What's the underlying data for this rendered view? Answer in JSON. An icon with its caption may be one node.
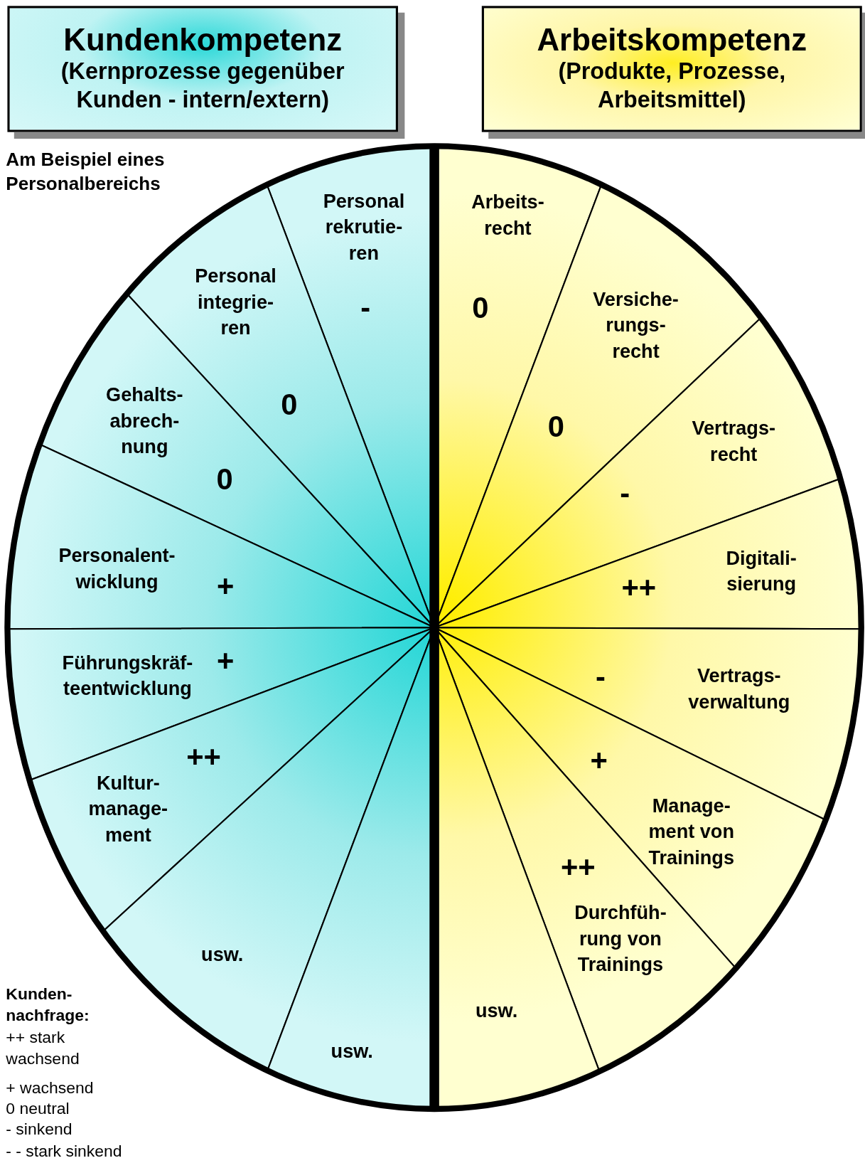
{
  "diagram": {
    "nodes": [
      {
        "text": [
          "Kundenkompetenz",
          "(Kernprozesse gegenüber Kunden - intern/extern)"
        ]
      },
      {
        "text": [
          "Arbeitskompetenz",
          "(Produkte, Prozesse, Arbeitsmittel)"
        ]
      },
      {
        "text": [
          "Personal rekrutie- ren",
          "-"
        ]
      },
      {
        "text": [
          "Personal integrie- ren",
          "0"
        ]
      },
      {
        "text": [
          "Gehalts- abrech- nung",
          "0"
        ]
      },
      {
        "text": [
          "Personalent- wicklung",
          "+"
        ]
      },
      {
        "text": [
          "Führungskräf- teentwicklung",
          "+"
        ]
      },
      {
        "text": [
          "Kultur- manage- ment",
          "++"
        ]
      },
      {
        "text": [
          "usw."
        ]
      },
      {
        "text": [
          "usw."
        ]
      },
      {
        "text": [
          "Arbeits- recht",
          "0"
        ]
      },
      {
        "text": [
          "Versiche- rungs- recht",
          "0"
        ]
      },
      {
        "text": [
          "Vertrags- recht",
          "-"
        ]
      },
      {
        "text": [
          "++",
          "Digitali- sierung"
        ]
      },
      {
        "text": [
          "-",
          "Vertrags- verwaltung"
        ]
      },
      {
        "text": [
          "Manage- ment von Trainings",
          "+"
        ]
      },
      {
        "text": [
          "++",
          "Durchfüh- rung von Trainings"
        ]
      },
      {
        "text": [
          "usw."
        ]
      }
    ],
    "labels": [
      "Am Beispiel eines Personalbereichs",
      "Kunden- nachfrage:",
      "++ stark wachsend",
      "+ wachsend",
      "0 neutral",
      "- sinkend",
      "- - stark sinkend"
    ]
  }
}
